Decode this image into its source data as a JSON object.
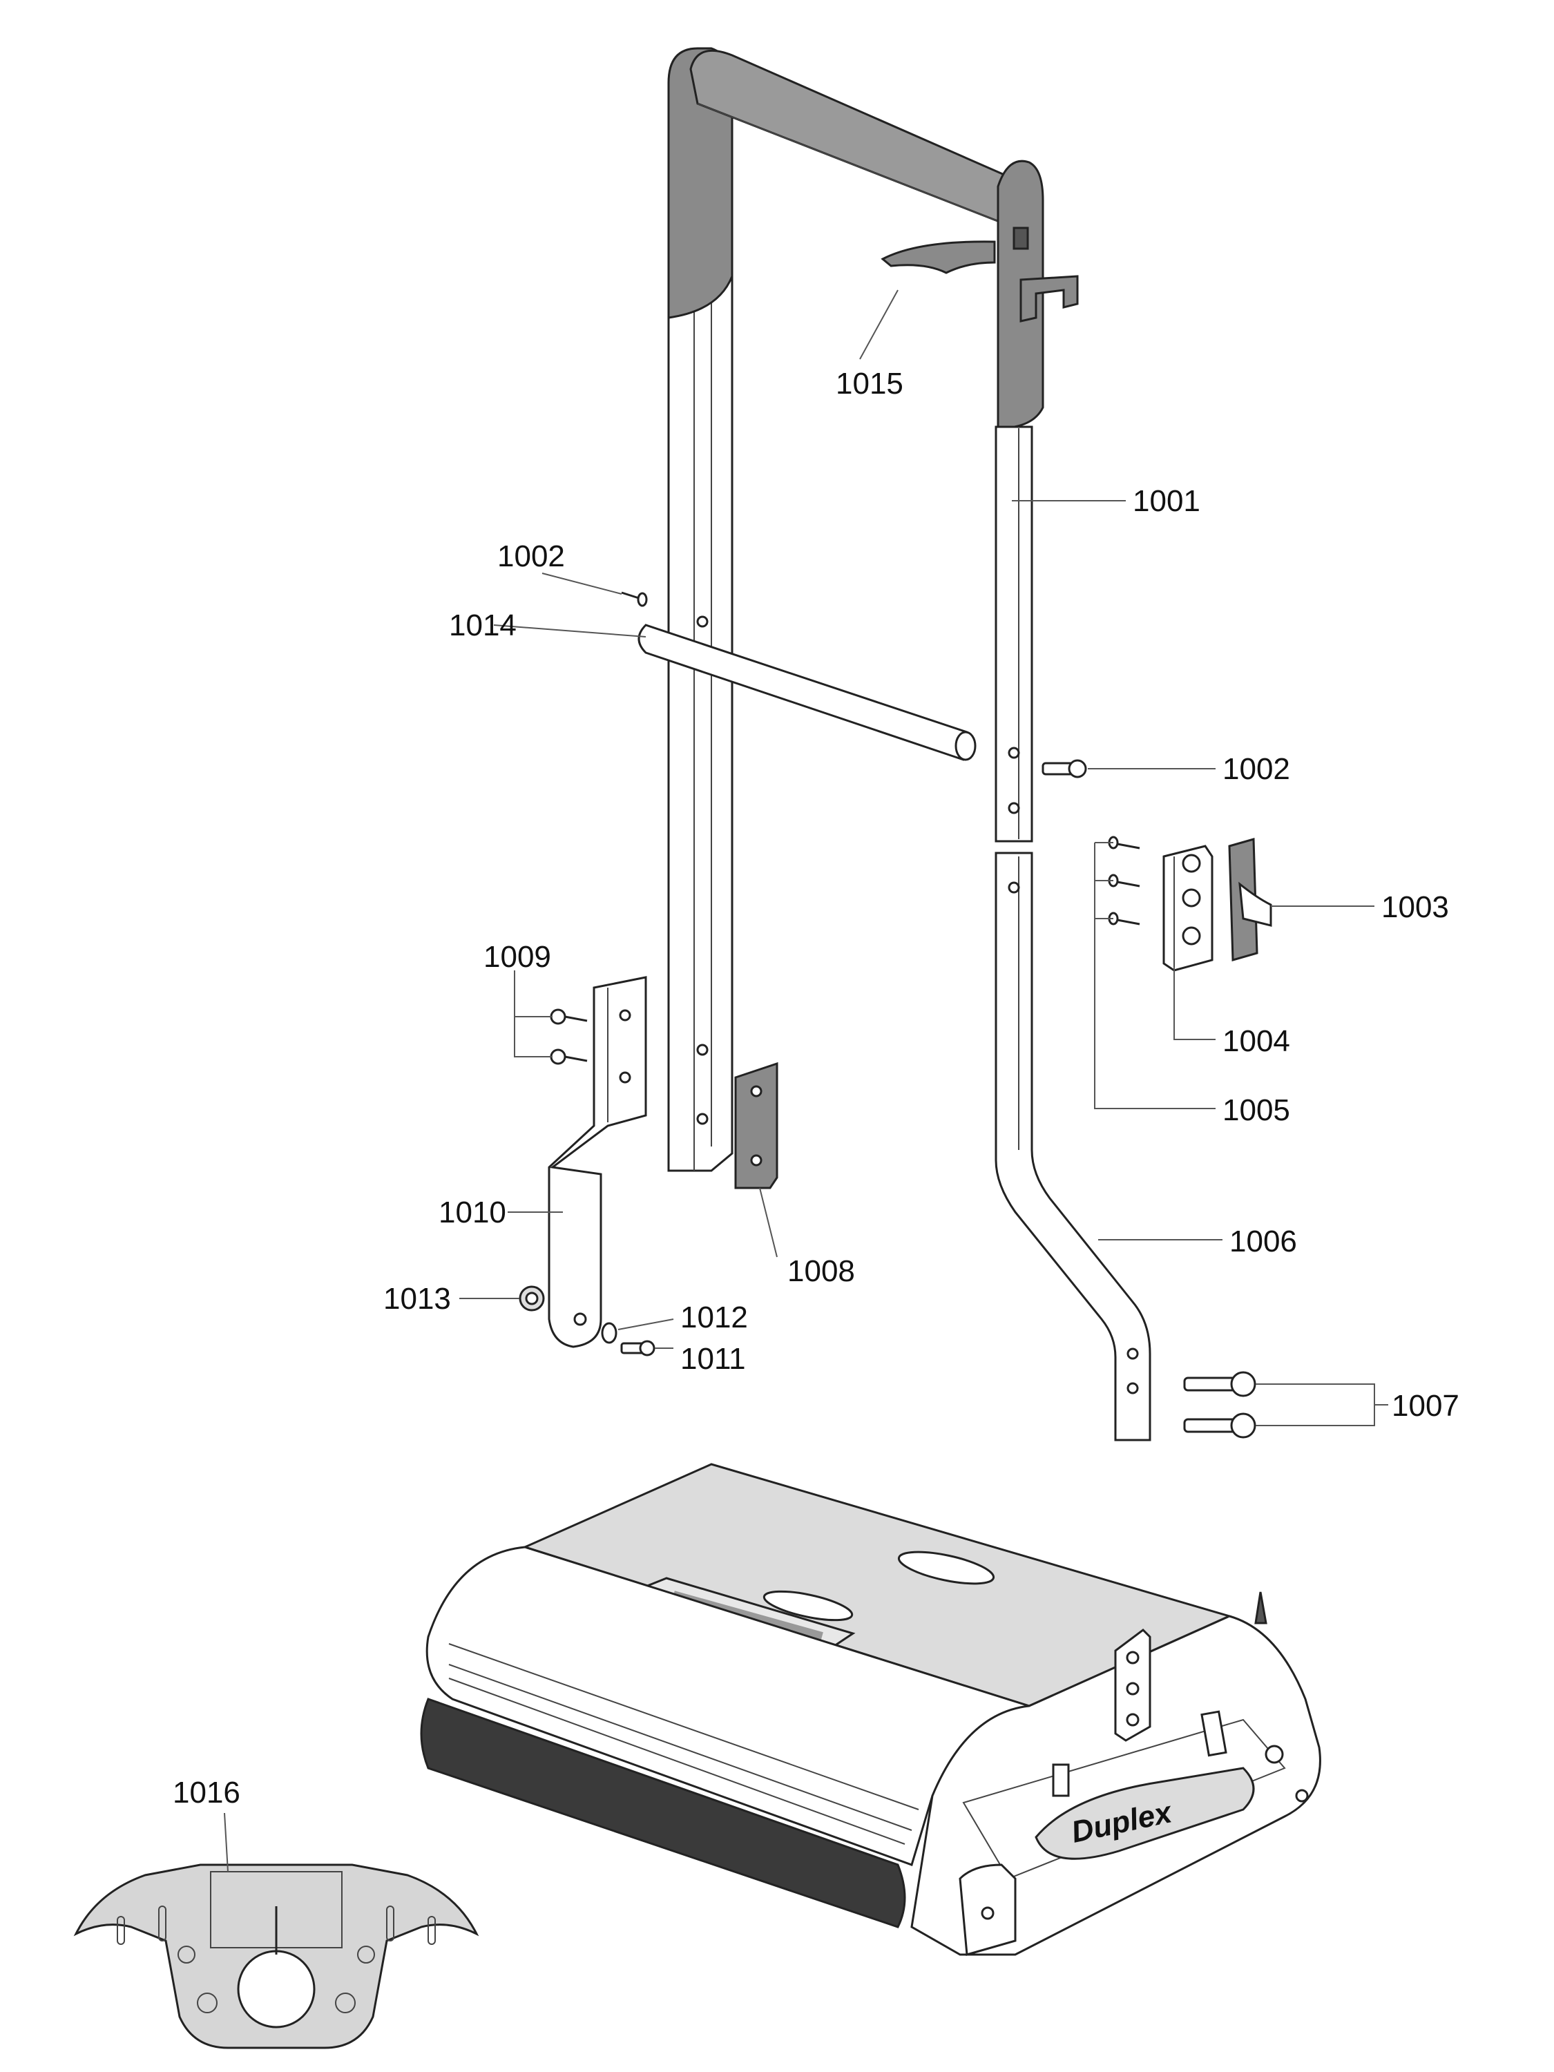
{
  "parts": {
    "p1001": "1001",
    "p1002a": "1002",
    "p1002b": "1002",
    "p1003": "1003",
    "p1004": "1004",
    "p1005": "1005",
    "p1006": "1006",
    "p1007": "1007",
    "p1008": "1008",
    "p1009": "1009",
    "p1010": "1010",
    "p1011": "1011",
    "p1012": "1012",
    "p1013": "1013",
    "p1014": "1014",
    "p1015": "1015",
    "p1016": "1016"
  },
  "brand": "Duplex",
  "colors": {
    "grip": "#8a8a8a",
    "metal": "#ffffff",
    "panel": "#dcdcdc",
    "brush": "#3a3a3a",
    "plate": "#d6d6d6"
  }
}
